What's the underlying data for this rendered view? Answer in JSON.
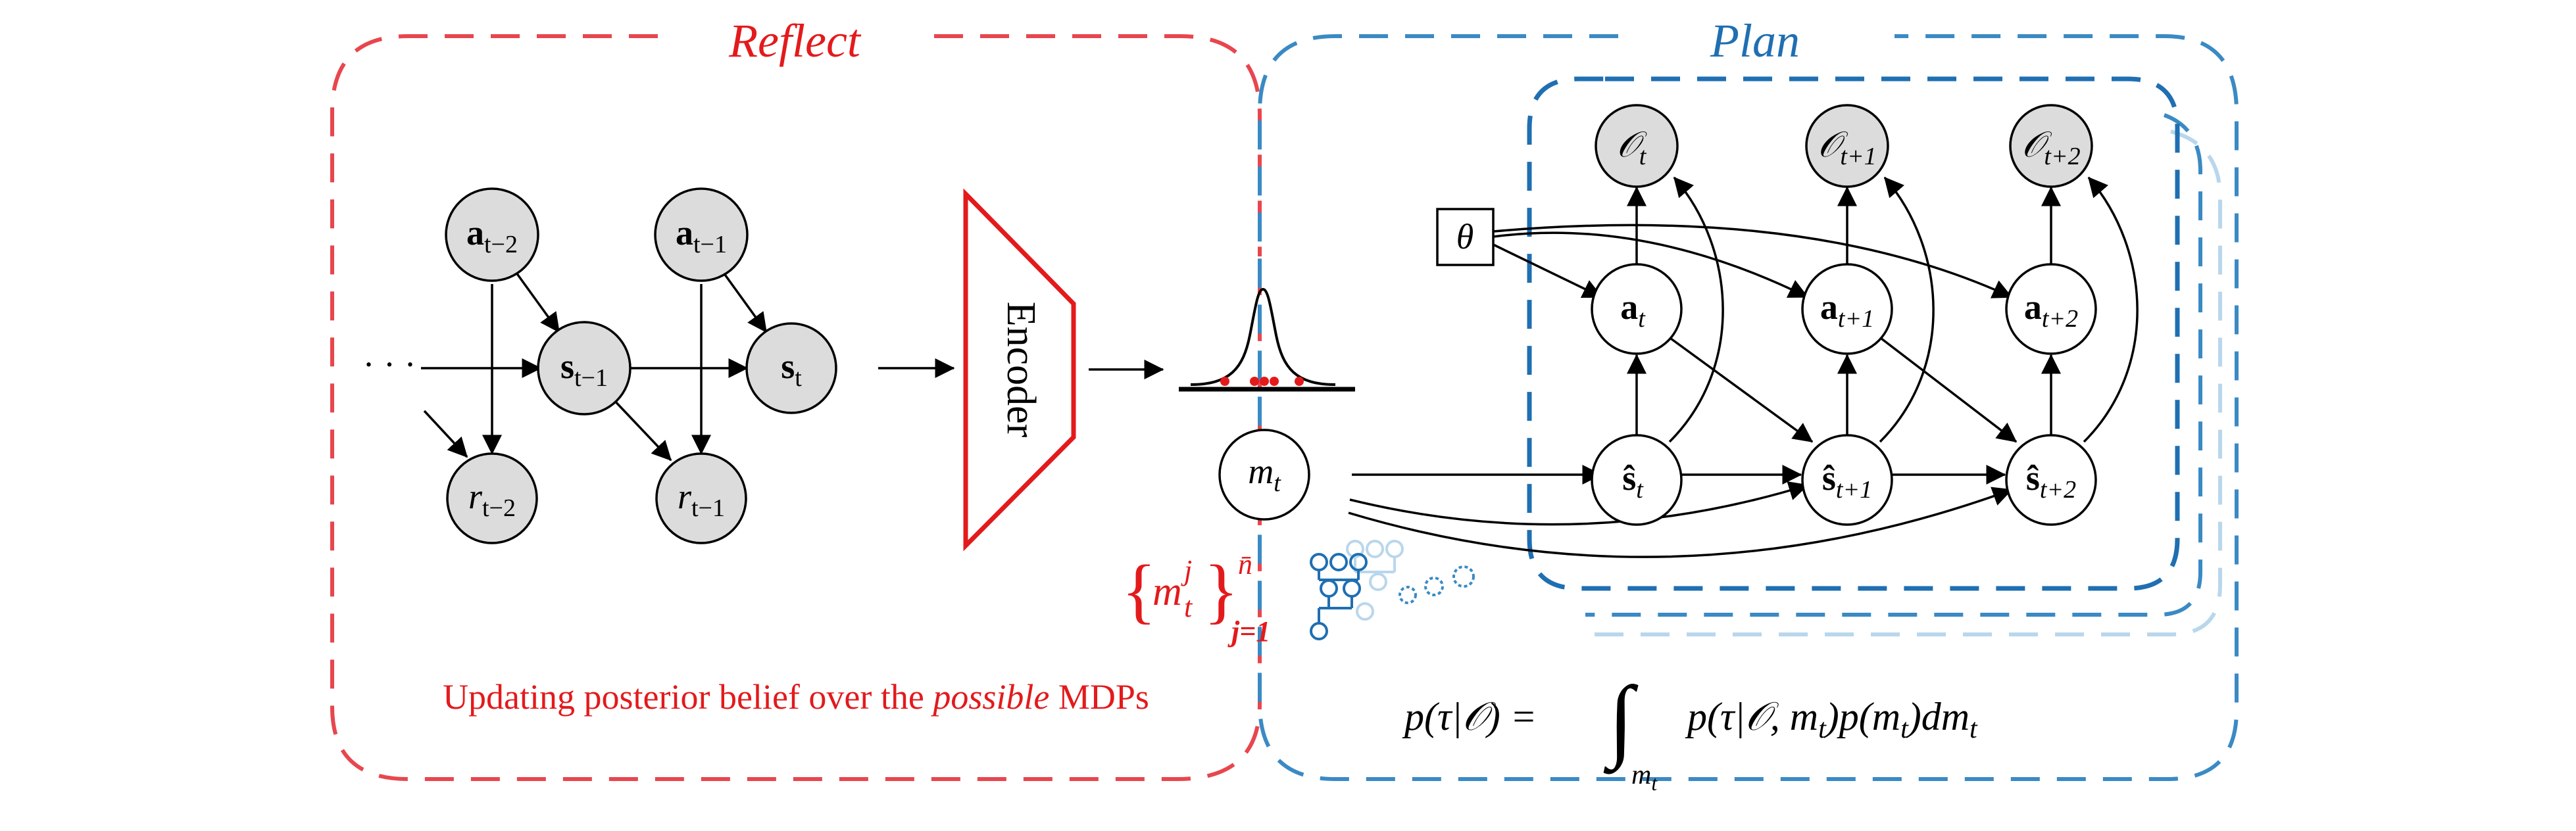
{
  "sections": {
    "reflect": {
      "title": "Reflect",
      "caption_before": "Updating posterior belief over the ",
      "caption_emph": "possible",
      "caption_after": " MDPs"
    },
    "plan": {
      "title": "Plan"
    }
  },
  "left_graph": {
    "ellipsis": "· · ·",
    "nodes": {
      "a_tm2": {
        "base": "a",
        "sub": "t−2"
      },
      "a_tm1": {
        "base": "a",
        "sub": "t−1"
      },
      "s_tm1": {
        "base": "s",
        "sub": "t−1"
      },
      "s_t": {
        "base": "s",
        "sub": "t"
      },
      "r_tm2": {
        "base": "r",
        "sub": "t−2"
      },
      "r_tm1": {
        "base": "r",
        "sub": "t−1"
      }
    }
  },
  "encoder": {
    "label": "Encoder"
  },
  "latent": {
    "m_t": {
      "base": "m",
      "sub": "t"
    },
    "samples": {
      "base": "m",
      "sub": "t",
      "sup": "j",
      "range_start": "j=1",
      "range_end": "n̄"
    }
  },
  "right_graph": {
    "theta": "θ",
    "nodes": {
      "O_t": {
        "base": "𝒪",
        "sub": "t"
      },
      "O_tp1": {
        "base": "𝒪",
        "sub": "t+1"
      },
      "O_tp2": {
        "base": "𝒪",
        "sub": "t+2"
      },
      "a_t": {
        "base": "a",
        "sub": "t"
      },
      "a_tp1": {
        "base": "a",
        "sub": "t+1"
      },
      "a_tp2": {
        "base": "a",
        "sub": "t+2"
      },
      "sh_t": {
        "base": "ŝ",
        "sub": "t"
      },
      "sh_tp1": {
        "base": "ŝ",
        "sub": "t+1"
      },
      "sh_tp2": {
        "base": "ŝ",
        "sub": "t+2"
      }
    }
  },
  "formula": {
    "lhs": "p(τ|𝒪) =",
    "integral": "∫",
    "limit_base": "m",
    "limit_sub": "t",
    "rhs": "p(τ|𝒪, m",
    "rhs_sub1": "t",
    "rhs_mid": ")p(m",
    "rhs_sub2": "t",
    "rhs_mid2": ")dm",
    "rhs_sub3": "t"
  },
  "colors": {
    "reflect_red": "#e8464e",
    "encoder_red": "#e31a1c",
    "plan_blue": "#3a8ac4",
    "plan_blue_dark": "#1f6fb2",
    "plan_blue_light": "#b9d7ec",
    "node_gray": "#dcdcdc",
    "ink": "#000000"
  }
}
